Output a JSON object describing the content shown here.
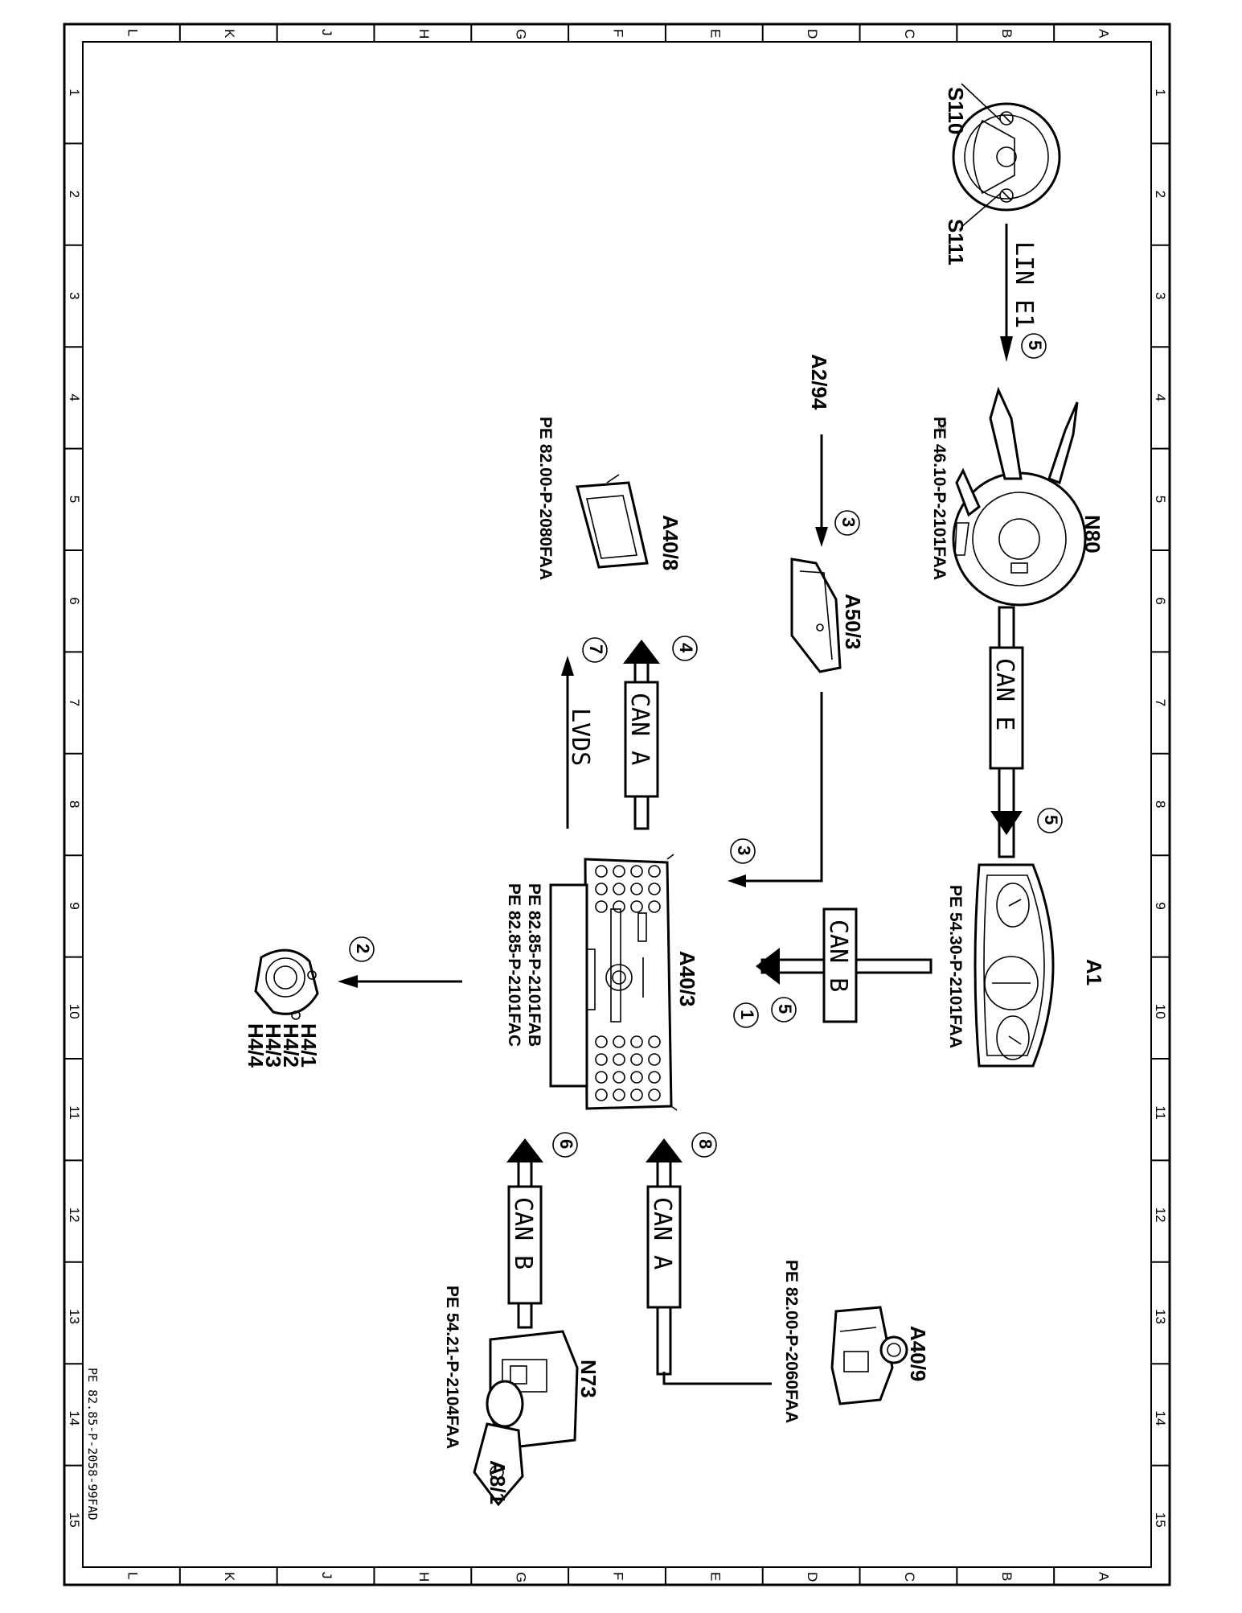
{
  "grid": {
    "letters": [
      "L",
      "K",
      "J",
      "H",
      "G",
      "F",
      "E",
      "D",
      "C",
      "B",
      "A"
    ],
    "numbers": [
      "1",
      "2",
      "3",
      "4",
      "5",
      "6",
      "7",
      "8",
      "9",
      "10",
      "11",
      "12",
      "13",
      "14",
      "15"
    ]
  },
  "sheet_id": "PE 82.85-P-2058-99FAD",
  "components": {
    "s110": "S110",
    "s111": "S111",
    "n80": "N80",
    "a1": "A1",
    "a2_94": "A2/94",
    "a50_3": "A50/3",
    "a40_8": "A40/8",
    "a40_3": "A40/3",
    "h4": [
      "H4/1",
      "H4/2",
      "H4/3",
      "H4/4"
    ],
    "a40_9": "A40/9",
    "n73": "N73",
    "a8_1": "A8/1"
  },
  "references": {
    "n80": "PE 46.10-P-2101FAA",
    "a1": "PE 54.30-P-2101FAA",
    "a40_8": "PE 82.00-P-2080FAA",
    "a40_3_1": "PE 82.85-P-2101FAB",
    "a40_3_2": "PE 82.85-P-2101FAC",
    "a40_9": "PE 82.00-P-2060FAA",
    "n73": "PE 54.21-P-2104FAA"
  },
  "buses": {
    "lin_e1": "LIN E1",
    "can_e": "CAN E",
    "can_b_a1": "CAN B",
    "can_a_a40_8": "CAN A",
    "lvds": "LVDS",
    "can_a_a40_9": "CAN A",
    "can_b_n73": "CAN B"
  },
  "markers": {
    "lin": "5",
    "a2_94": "3",
    "can_e": "5",
    "a50_3": "3",
    "a1_5": "5",
    "a1_1": "1",
    "can_a_top": "4",
    "lvds": "7",
    "h4": "2",
    "a40_9": "8",
    "n73": "6"
  }
}
